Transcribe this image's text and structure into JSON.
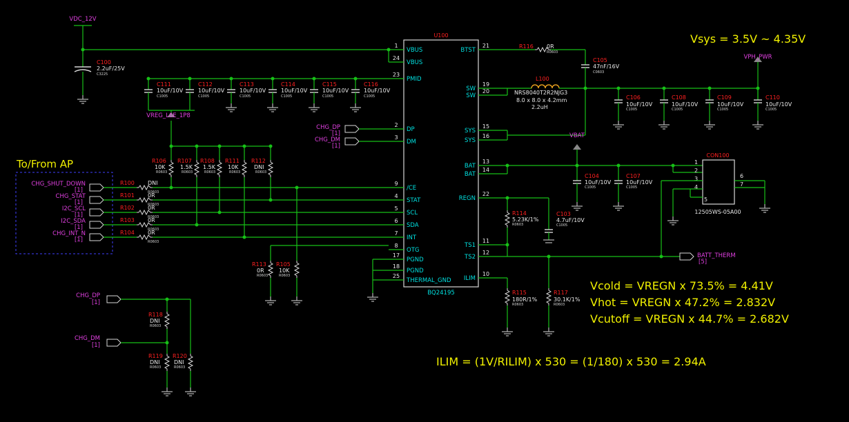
{
  "notes": {
    "vsys": "Vsys = 3.5V ~ 4.35V",
    "to_from_ap": "To/From AP",
    "vcold": "Vcold = VREGN x 73.5% = 4.41V",
    "vhot": "Vhot =  VREGN x 47.2% = 2.832V",
    "vcutoff": "Vcutoff =  VREGN x 44.7% = 2.682V",
    "ilim": "ILIM = (1V/RILIM) x 530 = (1/180) x 530 = 2.94A"
  },
  "ic": {
    "ref": "U100",
    "part": "BQ24195",
    "left_pins": [
      {
        "num": "1",
        "name": "VBUS"
      },
      {
        "num": "24",
        "name": "VBUS"
      },
      {
        "num": "23",
        "name": "PMID"
      },
      {
        "num": "2",
        "name": "DP"
      },
      {
        "num": "3",
        "name": "DM"
      },
      {
        "num": "9",
        "name": "/CE"
      },
      {
        "num": "4",
        "name": "STAT"
      },
      {
        "num": "5",
        "name": "SCL"
      },
      {
        "num": "6",
        "name": "SDA"
      },
      {
        "num": "7",
        "name": "INT"
      },
      {
        "num": "8",
        "name": "OTG"
      },
      {
        "num": "17",
        "name": "PGND"
      },
      {
        "num": "18",
        "name": "PGND"
      },
      {
        "num": "25",
        "name": "THERMAL_GND"
      }
    ],
    "right_pins": [
      {
        "num": "21",
        "name": "BTST"
      },
      {
        "num": "19",
        "name": "SW"
      },
      {
        "num": "20",
        "name": "SW"
      },
      {
        "num": "15",
        "name": "SYS"
      },
      {
        "num": "16",
        "name": "SYS"
      },
      {
        "num": "13",
        "name": "BAT"
      },
      {
        "num": "14",
        "name": "BAT"
      },
      {
        "num": "22",
        "name": "REGN"
      },
      {
        "num": "11",
        "name": "TS1"
      },
      {
        "num": "12",
        "name": "TS2"
      },
      {
        "num": "10",
        "name": "ILIM"
      }
    ]
  },
  "connector": {
    "ref": "CON100",
    "part": "12505WS-05A00",
    "left_pins": [
      "1",
      "2",
      "3",
      "4",
      "5"
    ],
    "right_pins": [
      "6",
      "7"
    ]
  },
  "power_nets": {
    "vdc": "VDC_12V",
    "vph": "VPH_PWR",
    "vbat": "VBAT",
    "vreg": "VREG_L6E_1P8"
  },
  "net_ports": {
    "chg_dp": "CHG_DP",
    "chg_dm": "CHG_DM",
    "batt_therm": "BATT_THERM",
    "sheet_1": "[1]",
    "sheet_5": "[5]",
    "ap_signals": [
      "CHG_SHUT_DOWN",
      "CHG_STAT",
      "I2C_SCL",
      "I2C_SDA",
      "CHG_INT_N"
    ]
  },
  "capacitors": [
    {
      "ref": "C100",
      "value": "2.2uF/25V",
      "pkg": "C3225"
    },
    {
      "ref": "C111",
      "value": "10uF/10V",
      "pkg": "C1005"
    },
    {
      "ref": "C112",
      "value": "10uF/10V",
      "pkg": "C1005"
    },
    {
      "ref": "C113",
      "value": "10uF/10V",
      "pkg": "C1005"
    },
    {
      "ref": "C114",
      "value": "10uF/10V",
      "pkg": "C1005"
    },
    {
      "ref": "C115",
      "value": "10uF/10V",
      "pkg": "C1005"
    },
    {
      "ref": "C116",
      "value": "10uF/10V",
      "pkg": "C1005"
    },
    {
      "ref": "C105",
      "value": "47nF/16V",
      "pkg": "C0603"
    },
    {
      "ref": "C106",
      "value": "10uF/10V",
      "pkg": "C1005"
    },
    {
      "ref": "C108",
      "value": "10uF/10V",
      "pkg": "C1005"
    },
    {
      "ref": "C109",
      "value": "10uF/10V",
      "pkg": "C1005"
    },
    {
      "ref": "C110",
      "value": "10uF/10V",
      "pkg": "C1005"
    },
    {
      "ref": "C104",
      "value": "10uF/10V",
      "pkg": "C1005"
    },
    {
      "ref": "C107",
      "value": "10uF/10V",
      "pkg": "C1005"
    },
    {
      "ref": "C103",
      "value": "4.7uF/10V",
      "pkg": "C1005"
    }
  ],
  "resistors": [
    {
      "ref": "R106",
      "value": "10K",
      "pkg": "R0603"
    },
    {
      "ref": "R107",
      "value": "1.5K",
      "pkg": "R0603"
    },
    {
      "ref": "R108",
      "value": "1.5K",
      "pkg": "R0603"
    },
    {
      "ref": "R111",
      "value": "10K",
      "pkg": "R0603"
    },
    {
      "ref": "R112",
      "value": "DNI",
      "pkg": "R0603"
    },
    {
      "ref": "R100",
      "value": "DNI",
      "pkg": "R0603"
    },
    {
      "ref": "R101",
      "value": "0R",
      "pkg": "R0603"
    },
    {
      "ref": "R102",
      "value": "0R",
      "pkg": "R0603"
    },
    {
      "ref": "R103",
      "value": "0R",
      "pkg": "R0603"
    },
    {
      "ref": "R104",
      "value": "0R",
      "pkg": "R0603"
    },
    {
      "ref": "R113",
      "value": "0R",
      "pkg": "R0603"
    },
    {
      "ref": "R105",
      "value": "10K",
      "pkg": "R0603"
    },
    {
      "ref": "R116",
      "value": "0R",
      "pkg": "R0603"
    },
    {
      "ref": "R114",
      "value": "5.23K/1%",
      "pkg": "R0603"
    },
    {
      "ref": "R115",
      "value": "180R/1%",
      "pkg": "R0603"
    },
    {
      "ref": "R117",
      "value": "30.1K/1%",
      "pkg": "R0603"
    },
    {
      "ref": "R118",
      "value": "DNI",
      "pkg": "R0603"
    },
    {
      "ref": "R119",
      "value": "DNI",
      "pkg": "R0603"
    },
    {
      "ref": "R120",
      "value": "DNI",
      "pkg": "R0603"
    }
  ],
  "inductor": {
    "ref": "L100",
    "part": "NRS8040T2R2NJG3",
    "size": "8.0 x 8.0 x 4.2mm",
    "value": "2.2uH"
  }
}
